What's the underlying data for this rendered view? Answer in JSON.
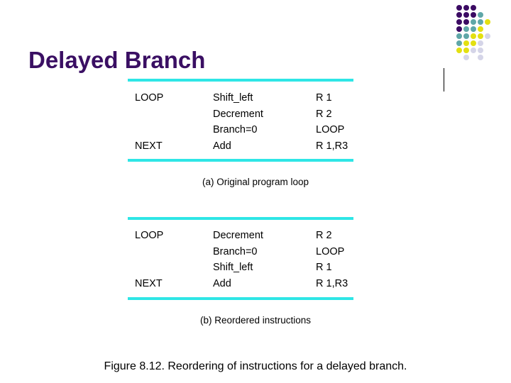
{
  "slide": {
    "title": "Delayed Branch",
    "title_color": "#3A0F63",
    "background_color": "#FFFFFF",
    "rule_color": "#2EE6E6",
    "text_color": "#000000"
  },
  "table_a": {
    "caption": "(a) Original program loop",
    "columns": [
      "label",
      "operation",
      "operands"
    ],
    "rows": [
      {
        "label": "LOOP",
        "operation": "Shift_left",
        "operands": "R 1"
      },
      {
        "label": "",
        "operation": "Decrement",
        "operands": "R 2"
      },
      {
        "label": "",
        "operation": "Branch=0",
        "operands": "LOOP"
      },
      {
        "label": "NEXT",
        "operation": "Add",
        "operands": "R 1,R3"
      }
    ]
  },
  "table_b": {
    "caption": "(b) Reordered instructions",
    "columns": [
      "label",
      "operation",
      "operands"
    ],
    "rows": [
      {
        "label": "LOOP",
        "operation": "Decrement",
        "operands": "R 2"
      },
      {
        "label": "",
        "operation": "Branch=0",
        "operands": "LOOP"
      },
      {
        "label": "",
        "operation": "Shift_left",
        "operands": "R 1"
      },
      {
        "label": "NEXT",
        "operation": "Add",
        "operands": "R 1,R3"
      }
    ]
  },
  "figure_caption": "Figure 8.12. Reordering of instructions for a delayed branch.",
  "decoration": {
    "name": "dot-grid",
    "cols": 5,
    "rows": 8,
    "pitch": 10,
    "size": 8,
    "palette": {
      "purple": "#3B0B63",
      "teal": "#5FA7A8",
      "yellow": "#E3E011",
      "lavender": "#D5D5E8",
      "none": null
    },
    "matrix": [
      [
        "purple",
        "purple",
        "purple",
        "none",
        "none"
      ],
      [
        "purple",
        "purple",
        "purple",
        "teal",
        "none"
      ],
      [
        "purple",
        "purple",
        "teal",
        "teal",
        "yellow"
      ],
      [
        "purple",
        "teal",
        "teal",
        "yellow",
        "none"
      ],
      [
        "teal",
        "teal",
        "yellow",
        "yellow",
        "lavender"
      ],
      [
        "teal",
        "yellow",
        "yellow",
        "lavender",
        "none"
      ],
      [
        "yellow",
        "yellow",
        "lavender",
        "lavender",
        "none"
      ],
      [
        "none",
        "lavender",
        "none",
        "lavender",
        "none"
      ]
    ]
  }
}
